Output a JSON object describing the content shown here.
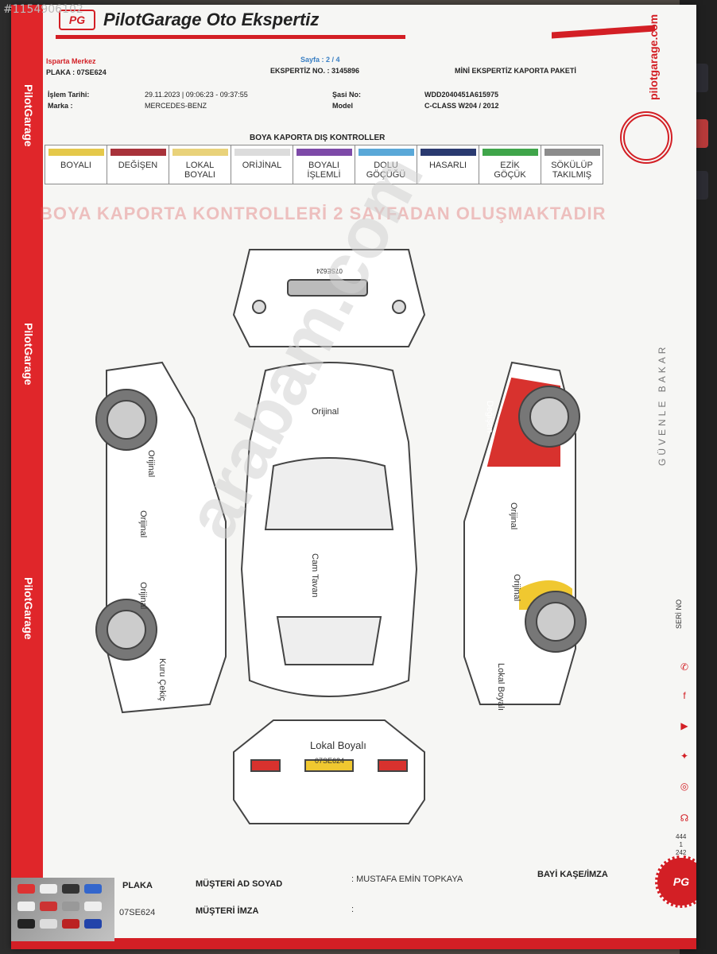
{
  "corner_id": "#1154906102",
  "header": {
    "company": "PilotGarage Oto Ekspertiz",
    "logo": "PG",
    "url": "pilotgarage.com",
    "branch": "Isparta Merkez",
    "page": "Sayfa : 2 / 4",
    "plaka_line": "PLAKA : 07SE624",
    "ekspertiz_no": "EKSPERTİZ NO. : 3145896",
    "package": "MİNİ EKSPERTİZ KAPORTA PAKETİ",
    "islem_label": "İşlem Tarihi:",
    "islem_value": "29.11.2023 | 09:06:23 - 09:37:55",
    "sasi_label": "Şasi No:",
    "sasi_value": "WDD2040451A615975",
    "marka_label": "Marka :",
    "marka_value": "MERCEDES-BENZ",
    "model_label": "Model",
    "model_value": "C-CLASS W204 / 2012"
  },
  "section_title": "BOYA KAPORTA DIŞ KONTROLLER",
  "legend": [
    {
      "label": "BOYALI",
      "color": "#e5c84a"
    },
    {
      "label": "DEĞİŞEN",
      "color": "#a8323a"
    },
    {
      "label": "LOKAL\nBOYALI",
      "color": "#e9d27a"
    },
    {
      "label": "ORİJİNAL",
      "color": "#dcdcdc"
    },
    {
      "label": "BOYALI\nİŞLEMLİ",
      "color": "#7d4aa8"
    },
    {
      "label": "DOLU\nGÖÇÜĞÜ",
      "color": "#5aa8d8"
    },
    {
      "label": "HASARLI",
      "color": "#2a3a70"
    },
    {
      "label": "EZİK\nGÖÇÜK",
      "color": "#3fa54a"
    },
    {
      "label": "SÖKÜLÜP\nTAKILMIŞ",
      "color": "#8c8c8c"
    }
  ],
  "banner": "BOYA KAPORTA KONTROLLERİ 2 SAYFADAN OLUŞMAKTADIR",
  "car_labels": {
    "roof": "Orijinal",
    "glass_roof": "Cam Tavan",
    "left_front_fender": "Orijinal",
    "left_front_door": "Orijinal",
    "left_rear_door": "Orijinal",
    "left_rear": "Kuru Çekiç",
    "right_front_fender": "Değişen",
    "right_front_door": "Orijinal",
    "right_rear_door": "Orijinal",
    "right_rear": "Lokal Boyalı",
    "rear_trunk": "Lokal Boyalı",
    "front_plate": "07SE624",
    "rear_plate": "07SE624"
  },
  "watermark": "arabam.com",
  "side_brand": "GÜVENLE BAKAR",
  "seri": "SERİ NO",
  "phone": "444\n1\n242",
  "footer": {
    "plaka_label": "PLAKA",
    "plaka_value": "07SE624",
    "musteri_label": "MÜŞTERİ AD SOYAD",
    "musteri_value": ": MUSTAFA EMİN TOPKAYA",
    "imza_label": "MÜŞTERİ İMZA",
    "imza_value": ":",
    "bayi_label": "BAYİ KAŞE/İMZA"
  },
  "colors": {
    "brand_red": "#d31f25",
    "changed_red": "#d8322e",
    "local_paint": "#f0c830"
  }
}
